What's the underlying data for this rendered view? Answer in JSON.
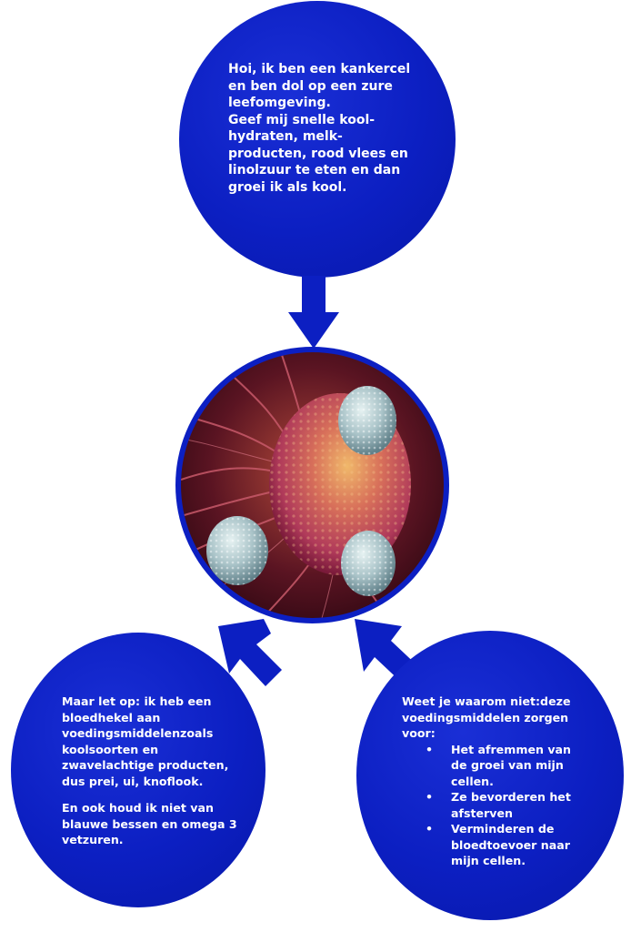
{
  "top": {
    "lines": [
      "Hoi, ik ben een kankercel",
      "en ben dol op een zure",
      "leefomgeving.",
      "Geef mij snelle kool-",
      "hydraten, melk-",
      "producten, rood vlees en",
      "linolzuur te eten en dan",
      "groei ik als kool."
    ]
  },
  "left": {
    "paragraph1": [
      "Maar let op: ik heb een",
      "bloedhekel aan",
      "voedingsmiddelenzoals",
      "koolsoorten en",
      "zwavelachtige producten,",
      "dus prei, ui, knoflook."
    ],
    "paragraph2": [
      "En ook houd ik niet van",
      "blauwe bessen en omega 3",
      "vetzuren."
    ]
  },
  "right": {
    "intro": [
      "Weet je waarom niet:deze",
      "voedingsmiddelen zorgen",
      "voor:"
    ],
    "bullets": [
      [
        "Het afremmen van",
        "de groei van mijn",
        "cellen."
      ],
      [
        "Ze bevorderen het",
        "afsterven"
      ],
      [
        "Verminderen de",
        "bloedtoevoer naar",
        "mijn cellen."
      ]
    ]
  },
  "colors": {
    "bubble": "#0c1fc2",
    "text": "#ffffff",
    "cell_membrane": "#c84a66",
    "immune_cell": "#9fb8bf"
  },
  "icons": [
    "arrow-down-icon",
    "arrow-up-left-icon",
    "arrow-up-right-icon",
    "cancer-cell-image"
  ]
}
